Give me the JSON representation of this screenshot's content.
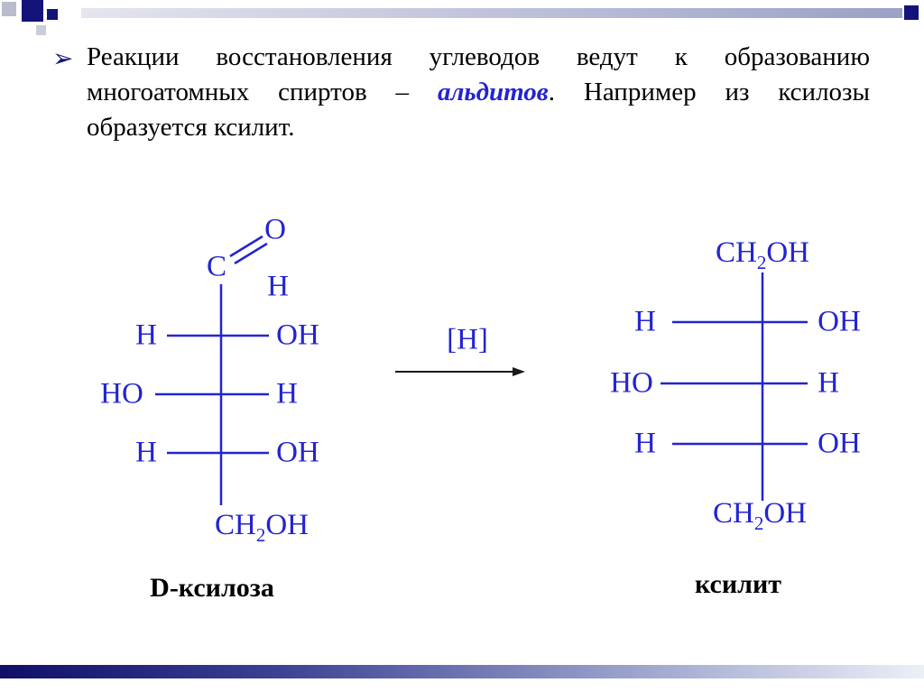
{
  "slide_text": {
    "bullet": "➢",
    "line1": "Реакции восстановления углеводов ведут к образованию",
    "line2_pre": "многоатомных спиртов – ",
    "line2_term": "альдитов",
    "line2_post": ". Например из ксилозы",
    "line3": "образуется ксилит."
  },
  "reaction": {
    "reagent": "[H]"
  },
  "xylose": {
    "name": "D-ксилоза",
    "aldehyde": {
      "c": "C",
      "o": "O",
      "h": "H"
    },
    "rows": [
      {
        "left": "H",
        "right": "OH"
      },
      {
        "left": "HO",
        "right": "H"
      },
      {
        "left": "H",
        "right": "OH"
      }
    ],
    "bottom_group": {
      "pre": "CH",
      "sub": "2",
      "post": "OH"
    }
  },
  "xylitol": {
    "name": "ксилит",
    "top_group": {
      "pre": "CH",
      "sub": "2",
      "post": "OH"
    },
    "rows": [
      {
        "left": "H",
        "right": "OH"
      },
      {
        "left": "HO",
        "right": "H"
      },
      {
        "left": "H",
        "right": "OH"
      }
    ],
    "bottom_group": {
      "pre": "CH",
      "sub": "2",
      "post": "OH"
    }
  },
  "colors": {
    "structure_blue": "#2424d0",
    "navy": "#13137a",
    "arrow": "#1a1a1a",
    "text": "#000000"
  }
}
